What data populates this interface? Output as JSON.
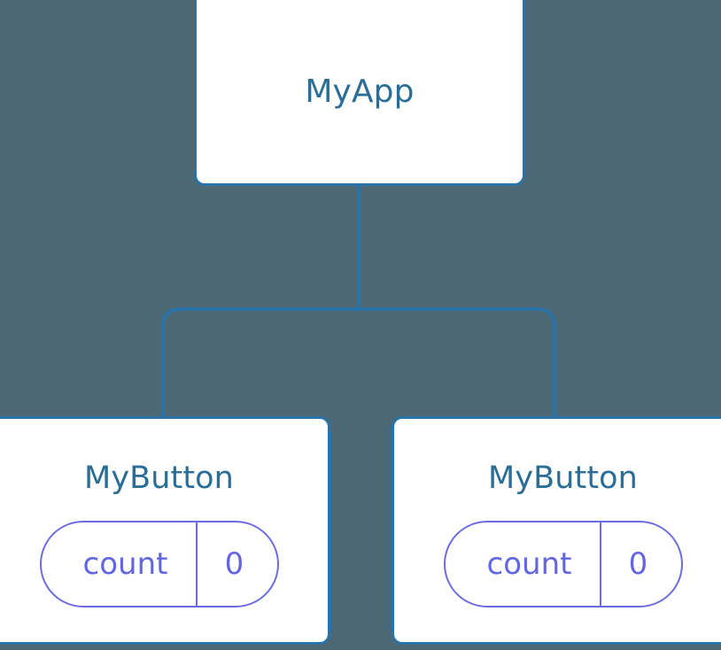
{
  "diagram": {
    "type": "component-tree",
    "background_color": "#4c6874",
    "node_border_color": "#2a72a8",
    "node_fill_color": "#ffffff",
    "node_title_color": "#2a6d96",
    "state_accent_color": "#6c6ce0",
    "connector_color": "#2a72a8",
    "root": {
      "title": "MyApp"
    },
    "children": [
      {
        "title": "MyButton",
        "state": {
          "key": "count",
          "value": "0"
        }
      },
      {
        "title": "MyButton",
        "state": {
          "key": "count",
          "value": "0"
        }
      }
    ]
  }
}
